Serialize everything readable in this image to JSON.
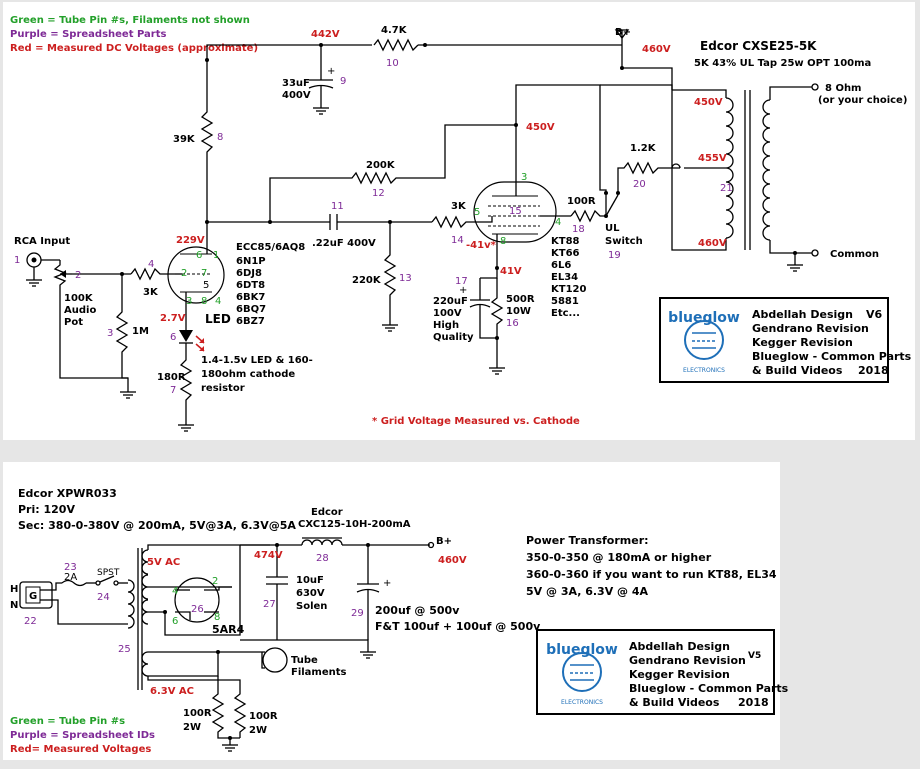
{
  "colors": {
    "green": "#23a02a",
    "purple": "#7e2a96",
    "red": "#cc1f1f",
    "panel": "#ffffff",
    "logo_blue": "#1e6fb8",
    "background": "#e6e6e6"
  },
  "amp": {
    "legend": [
      "Green = Tube Pin #s, Filaments not shown",
      "Purple = Spreadsheet Parts",
      "Red = Measured DC Voltages (approximate)"
    ],
    "v442": "442V",
    "v460_top": "460V",
    "bplus": "B+",
    "r47k": "4.7K",
    "p10": "10",
    "c33_a": "33uF",
    "c33_b": "400V",
    "p9": "9",
    "r39k": "39K",
    "p8": "8",
    "v229": "229V",
    "rca": "RCA Input",
    "p1": "1",
    "p2": "2",
    "pot_a": "100K",
    "pot_b": "Audio",
    "pot_c": "Pot",
    "r3k_a": "3K",
    "p4": "4",
    "p3": "3",
    "r1m": "1M",
    "tube1": [
      "ECC85/6AQ8",
      "6N1P",
      "6DJ8",
      "6DT8",
      "6BK7",
      "6BQ7",
      "6BZ7"
    ],
    "pin6": "6",
    "pin1": "1",
    "pin2": "2",
    "pin7": "7",
    "pin3": "3",
    "pin8": "8",
    "pin5": "5",
    "pin4": "4",
    "v27": "2.7V",
    "led": "LED",
    "p6": "6",
    "led_note": [
      "1.4-1.5v LED & 160-",
      "180ohm cathode",
      "resistor"
    ],
    "r180": "180R",
    "p7": "7",
    "r200k": "200K",
    "p12": "12",
    "c11": "11",
    "c22": ".22uF 400V",
    "r220k": "220K",
    "p13": "13",
    "r3k_b": "3K",
    "p14": "14",
    "v41neg": "-41v*",
    "v450_mid": "450V",
    "pin_g3": "3",
    "pin_g5": "5",
    "pin_g4": "4",
    "pin_g8": "8",
    "p15": "15",
    "tube2": [
      "KT88",
      "KT66",
      "6L6",
      "EL34",
      "KT120",
      "5881",
      "Etc..."
    ],
    "v41": "41V",
    "p17": "17",
    "c220": [
      "220uF",
      "100V",
      "High",
      "Quality"
    ],
    "r500": [
      "500R",
      "10W"
    ],
    "p16": "16",
    "r100": "100R",
    "p18": "18",
    "r12k": "1.2K",
    "p20": "20",
    "ul": [
      "UL",
      "Switch"
    ],
    "p19": "19",
    "otx": [
      "Edcor CXSE25-5K",
      "5K 43% UL Tap  25w OPT  100ma"
    ],
    "v450_r": "450V",
    "v455": "455V",
    "v460_r": "460V",
    "p21": "21",
    "spk": [
      "8 Ohm",
      "(or your choice)"
    ],
    "common": "Common",
    "note": "* Grid Voltage Measured vs. Cathode",
    "logo": {
      "lines": [
        "Abdellah Design",
        "Gendrano Revision",
        "Kegger Revision",
        "Blueglow - Common Parts",
        "& Build Videos"
      ],
      "ver": "V6",
      "year": "2018",
      "brand": "blueglow",
      "sub": "ELECTRONICS"
    }
  },
  "psu": {
    "head": [
      "Edcor XPWR033",
      "Pri: 120V",
      "Sec: 380-0-380V @ 200mA, 5V@3A, 6.3V@5A"
    ],
    "p23": "23",
    "fuse": "2A",
    "spst": "SPST",
    "p24": "24",
    "p22": "22",
    "H": "H",
    "G": "G",
    "N": "N",
    "v5ac": "5V AC",
    "pin4": "4",
    "pin2": "2",
    "pin8": "8",
    "pin6": "6",
    "p26": "26",
    "rect": "5AR4",
    "p25": "25",
    "v474": "474V",
    "choke": [
      "Edcor",
      "CXC125-10H-200mA"
    ],
    "p28": "28",
    "bplus": "B+",
    "v460": "460V",
    "c10": [
      "10uF",
      "630V",
      "Solen"
    ],
    "p27": "27",
    "p29": "29",
    "c200": [
      "200uf @ 500v",
      "F&T 100uf + 100uf @ 500v"
    ],
    "fil": [
      "Tube",
      "Filaments"
    ],
    "v63": "6.3V AC",
    "r100a": [
      "100R",
      "2W"
    ],
    "r100b": [
      "100R",
      "2W"
    ],
    "ptx_title": "Power Transformer:",
    "ptx": [
      "350-0-350 @ 180mA or higher",
      "360-0-360 if you want to run  KT88, EL34",
      "5V @ 3A, 6.3V @ 4A"
    ],
    "legend": [
      "Green = Tube Pin #s",
      "Purple = Spreadsheet IDs",
      "Red= Measured Voltages"
    ],
    "logo": {
      "lines": [
        "Abdellah Design",
        "Gendrano Revision",
        "Kegger Revision",
        "Blueglow - Common Parts",
        "& Build Videos"
      ],
      "ver": "V5",
      "year": "2018",
      "brand": "blueglow",
      "sub": "ELECTRONICS"
    }
  }
}
